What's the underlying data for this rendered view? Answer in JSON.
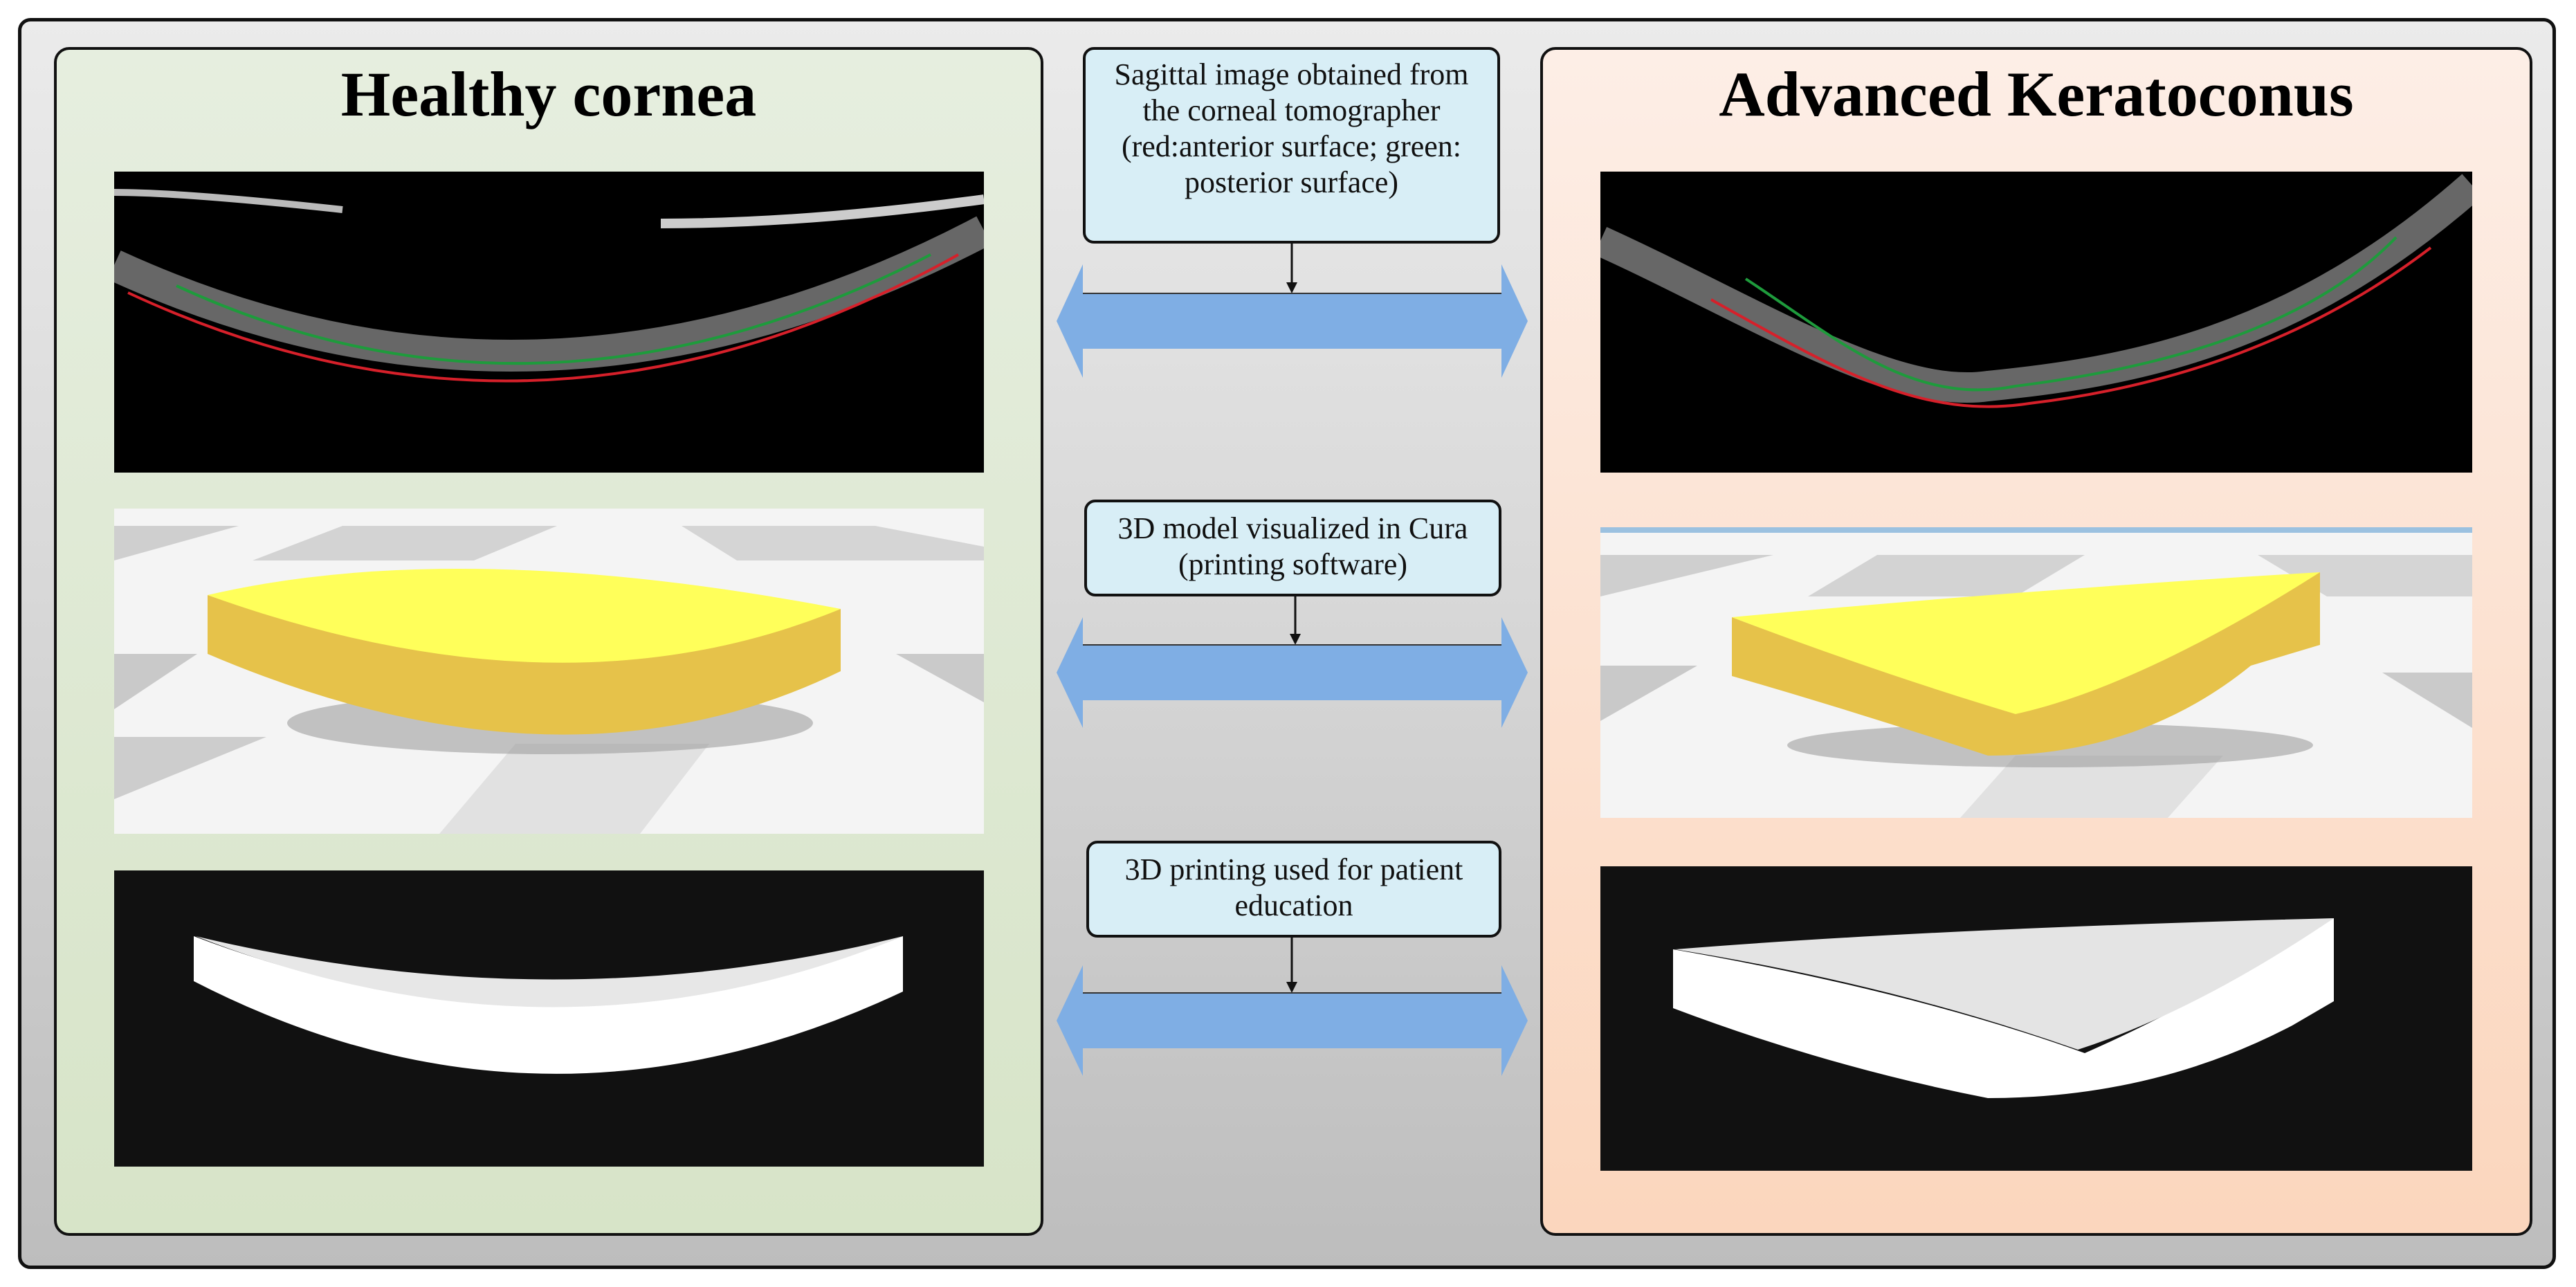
{
  "left_panel": {
    "title": "Healthy cornea"
  },
  "right_panel": {
    "title": "Advanced Keratoconus"
  },
  "captions": [
    {
      "lines": [
        "Sagittal image obtained from",
        "the corneal tomographer",
        "(red:anterior surface; green:",
        "posterior surface)"
      ]
    },
    {
      "lines": [
        "3D model visualized in Cura",
        "(printing software)"
      ]
    },
    {
      "lines": [
        "3D printing used for patient",
        "education"
      ]
    }
  ],
  "colors": {
    "arrow": "#7faee4",
    "healthy_panel": "#d9e5cb",
    "keratoconus_panel": "#fbd9c2",
    "caption_box": "#d8eef6",
    "model_yellow": "#ffff5a",
    "anterior_line": "#d6202a",
    "posterior_line": "#1e9b3c"
  }
}
